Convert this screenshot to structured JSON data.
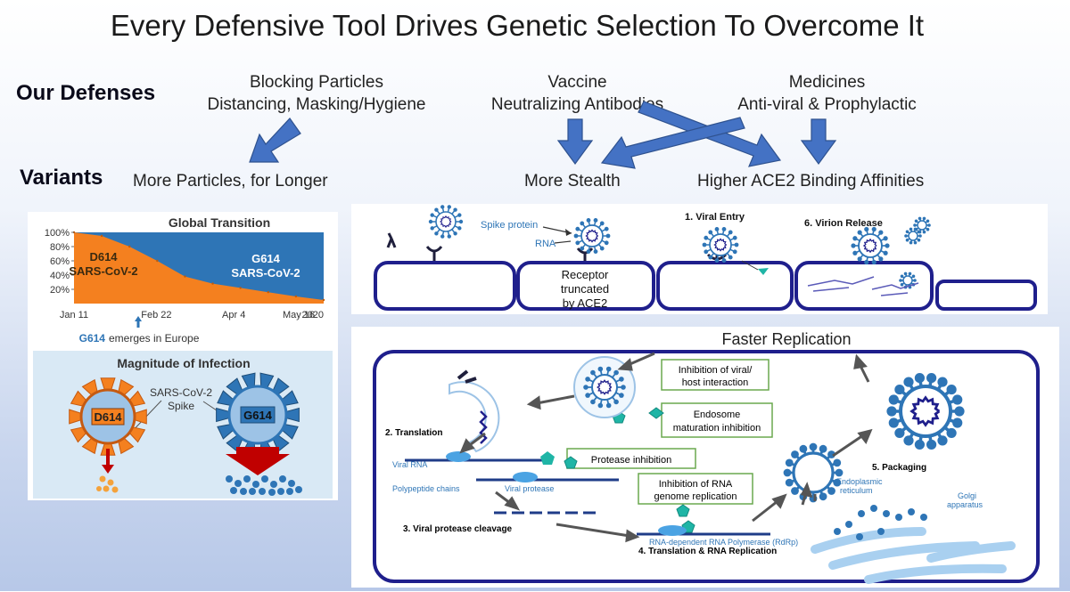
{
  "title": "Every Defensive Tool Drives Genetic Selection To Overcome It",
  "labels": {
    "defenses": "Our Defenses",
    "variants": "Variants"
  },
  "defenses": [
    {
      "line1": "Blocking Particles",
      "line2": "Distancing, Masking/Hygiene"
    },
    {
      "line1": "Vaccine",
      "line2": "Neutralizing Antibodies"
    },
    {
      "line1": "Medicines",
      "line2": "Anti-viral & Prophylactic"
    }
  ],
  "variants": [
    "More Particles, for Longer",
    "More Stealth",
    "Higher ACE2 Binding Affinities"
  ],
  "colors": {
    "arrow": "#4472c4",
    "arrow_border": "#2f528f",
    "d614": "#f4801f",
    "g614": "#2e75b6",
    "membrane": "#1f1f8c",
    "virus": "#2e75b6"
  },
  "left_panel": {
    "chart_data": {
      "type": "area",
      "title": "Global Transition",
      "x_ticks": [
        "Jan 11",
        "Feb 22",
        "Apr 4",
        "May 16",
        "2020"
      ],
      "y_ticks": [
        "100%",
        "80%",
        "60%",
        "40%",
        "20%"
      ],
      "ylim": [
        0,
        100
      ],
      "series": [
        {
          "name": "D614",
          "subtitle": "SARS-CoV-2",
          "x": [
            "Jan 11",
            "Feb 1",
            "Feb 22",
            "Mar 7",
            "Mar 21",
            "Apr 4",
            "Apr 18",
            "May 2",
            "May 16",
            "2020"
          ],
          "values": [
            100,
            95,
            80,
            60,
            38,
            28,
            22,
            16,
            10,
            5
          ]
        },
        {
          "name": "G614",
          "subtitle": "SARS-CoV-2",
          "x": [
            "Jan 11",
            "Feb 1",
            "Feb 22",
            "Mar 7",
            "Mar 21",
            "Apr 4",
            "Apr 18",
            "May 2",
            "May 16",
            "2020"
          ],
          "values": [
            0,
            5,
            20,
            40,
            62,
            72,
            78,
            84,
            90,
            95
          ]
        }
      ]
    },
    "emerges_strong": "G614",
    "emerges_rest": "emerges in Europe",
    "magnitude_title": "Magnitude of Infection",
    "spike_label_1": "SARS-CoV-2",
    "spike_label_2": "Spike",
    "virus_left": "D614",
    "virus_right": "G614"
  },
  "entry_panel": {
    "spike_protein": "Spike protein",
    "rna": "RNA",
    "receptor_1": "Receptor",
    "receptor_2": "truncated",
    "receptor_3": "by ACE2",
    "viral_entry": "1. Viral Entry",
    "virion_release": "6. Virion Release"
  },
  "replication_panel": {
    "heading": "Faster Replication",
    "box_viral_host_1": "Inhibition of viral/",
    "box_viral_host_2": "host interaction",
    "box_endosome_1": "Endosome",
    "box_endosome_2": "maturation inhibition",
    "box_protease": "Protease inhibition",
    "box_rna_1": "Inhibition of RNA",
    "box_rna_2": "genome replication",
    "translation": "2. Translation",
    "viral_rna": "Viral RNA",
    "polypeptide": "Polypeptide chains",
    "viral_protease": "Viral protease",
    "cleavage": "3. Viral protease cleavage",
    "rdrp": "RNA-dependent RNA Polymerase (RdRp)",
    "translation_replication": "4. Translation & RNA Replication",
    "packaging": "5. Packaging",
    "er_1": "Endoplasmic",
    "er_2": "reticulum",
    "golgi_1": "Golgi",
    "golgi_2": "apparatus"
  }
}
